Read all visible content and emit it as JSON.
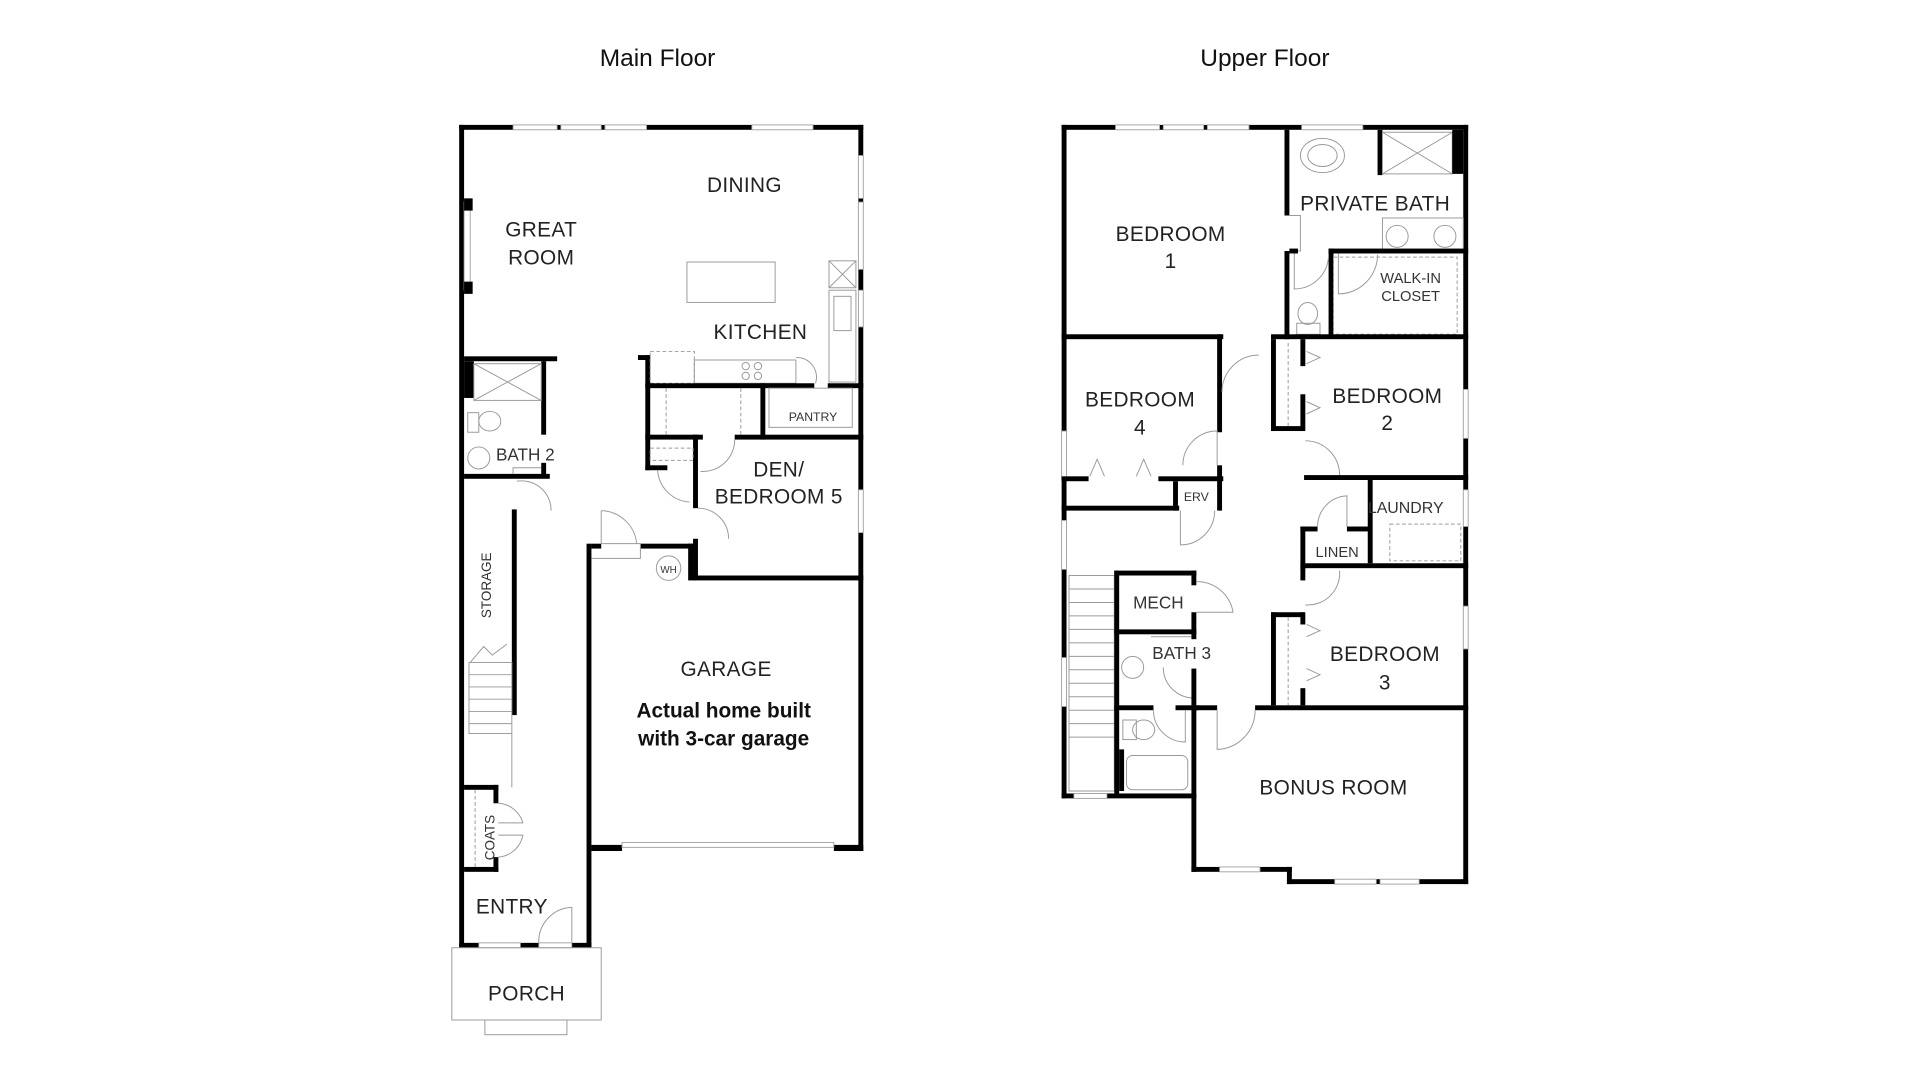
{
  "main_floor": {
    "title": "Main Floor",
    "rooms": {
      "great_room_line1": "GREAT",
      "great_room_line2": "ROOM",
      "dining": "DINING",
      "kitchen": "KITCHEN",
      "pantry": "PANTRY",
      "den_line1": "DEN/",
      "den_line2": "BEDROOM 5",
      "bath2": "BATH 2",
      "storage": "STORAGE",
      "wh": "WH",
      "garage": "GARAGE",
      "coats": "COATS",
      "entry": "ENTRY",
      "porch": "PORCH"
    },
    "garage_note_line1": "Actual home built",
    "garage_note_line2": "with 3-car garage"
  },
  "upper_floor": {
    "title": "Upper Floor",
    "rooms": {
      "bedroom1_line1": "BEDROOM",
      "bedroom1_line2": "1",
      "private_bath": "PRIVATE BATH",
      "walkin_line1": "WALK-IN",
      "walkin_line2": "CLOSET",
      "bedroom4_line1": "BEDROOM",
      "bedroom4_line2": "4",
      "bedroom2_line1": "BEDROOM",
      "bedroom2_line2": "2",
      "erv": "ERV",
      "laundry": "LAUNDRY",
      "linen": "LINEN",
      "mech": "MECH",
      "bath3": "BATH 3",
      "bedroom3_line1": "BEDROOM",
      "bedroom3_line2": "3",
      "bonus_room": "BONUS ROOM"
    }
  }
}
